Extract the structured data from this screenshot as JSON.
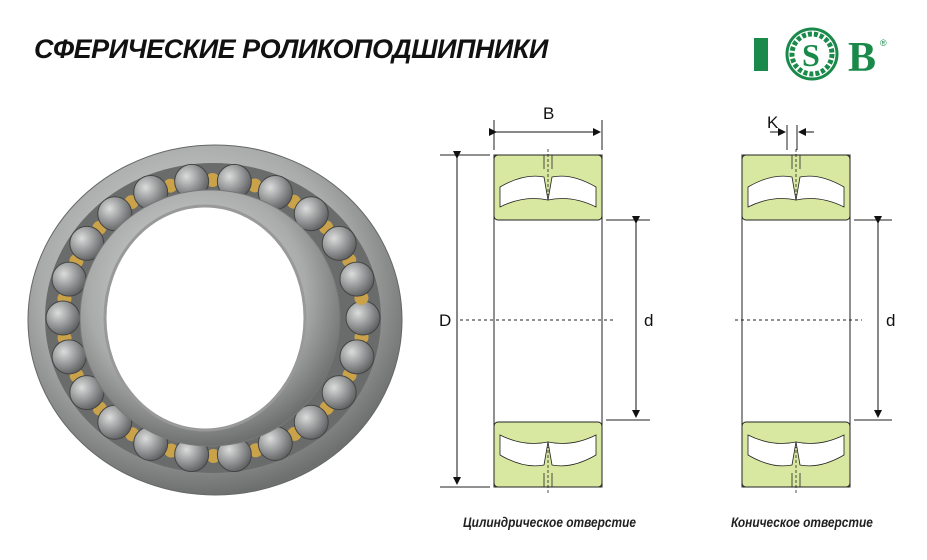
{
  "title": "СФЕРИЧЕСКИЕ РОЛИКОПОДШИПНИКИ",
  "logo": {
    "text": "ISB",
    "registered": "®",
    "color": "#1a8a4a"
  },
  "drawing": {
    "labels": {
      "B": "B",
      "D": "D",
      "d_cyl": "d",
      "K": "K",
      "d_con": "d"
    },
    "fill_color": "#d8e8a0"
  },
  "captions": {
    "cylindrical": "Цилиндрическое отверстие",
    "conical": "Коническое отверстие"
  }
}
